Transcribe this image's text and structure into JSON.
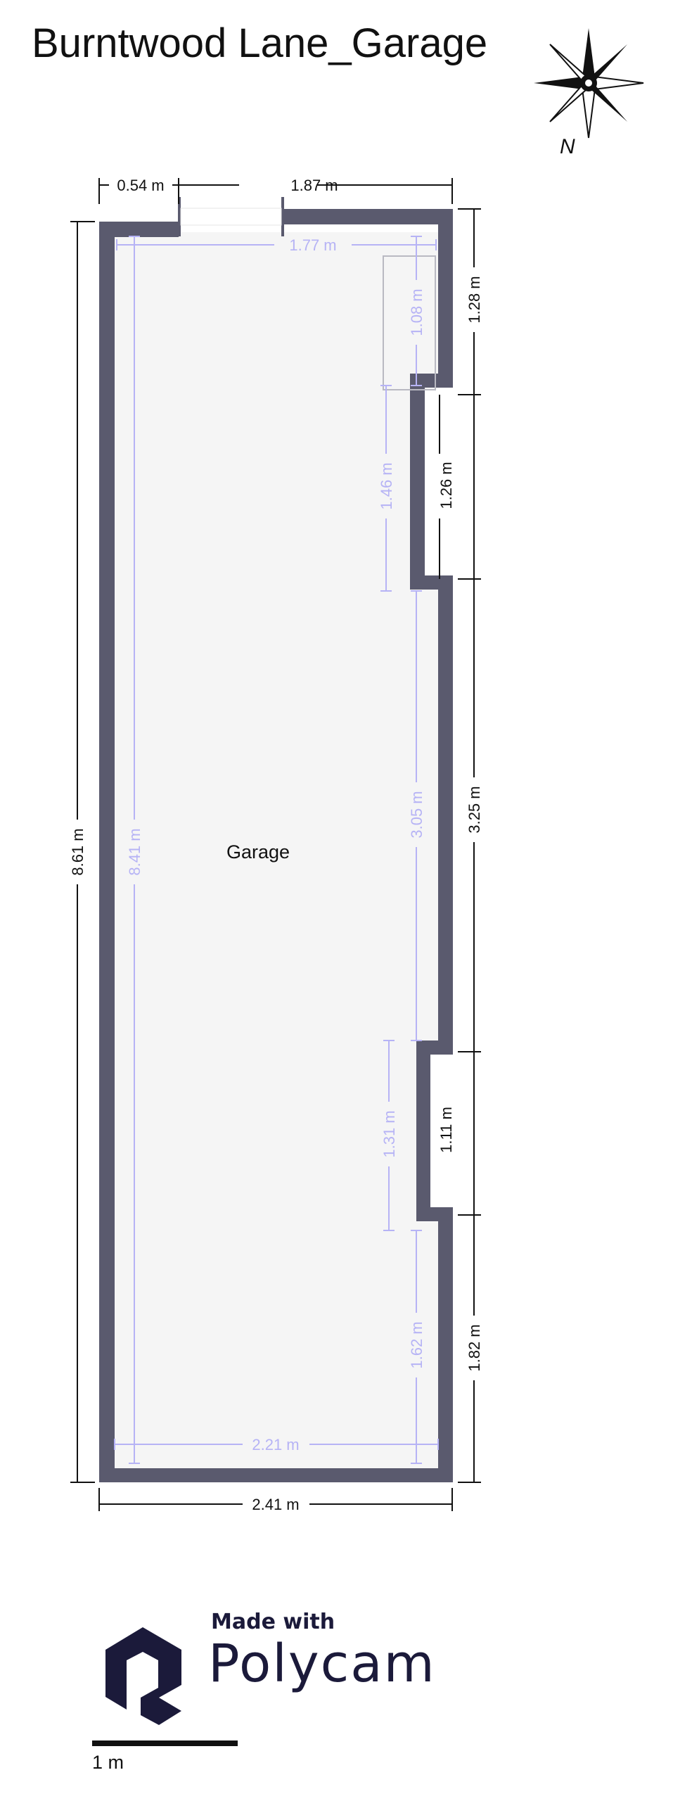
{
  "title": "Burntwood Lane_Garage",
  "compass": {
    "north_label": "N"
  },
  "room": {
    "name": "Garage"
  },
  "exterior_dimensions": {
    "top_left": "0.54 m",
    "top_opening": "1.87 m",
    "right_1": "1.28 m",
    "right_2": "1.26 m",
    "right_3": "3.25 m",
    "right_4": "1.11 m",
    "right_5": "1.82 m",
    "left": "8.61 m",
    "bottom": "2.41 m"
  },
  "interior_dimensions": {
    "top": "1.77 m",
    "left": "8.41 m",
    "bottom": "2.21 m",
    "right_1": "1.08 m",
    "right_2": "1.46 m",
    "right_3": "3.05 m",
    "right_4": "1.31 m",
    "right_5": "1.62 m"
  },
  "branding": {
    "made_with": "Made with",
    "product": "Polycam"
  },
  "scale": {
    "label": "1 m"
  },
  "colors": {
    "wall": "#5a5a6e",
    "floor": "#f5f5f5",
    "interior_dim": "#b6b3f5",
    "brand": "#1b1a3a"
  }
}
